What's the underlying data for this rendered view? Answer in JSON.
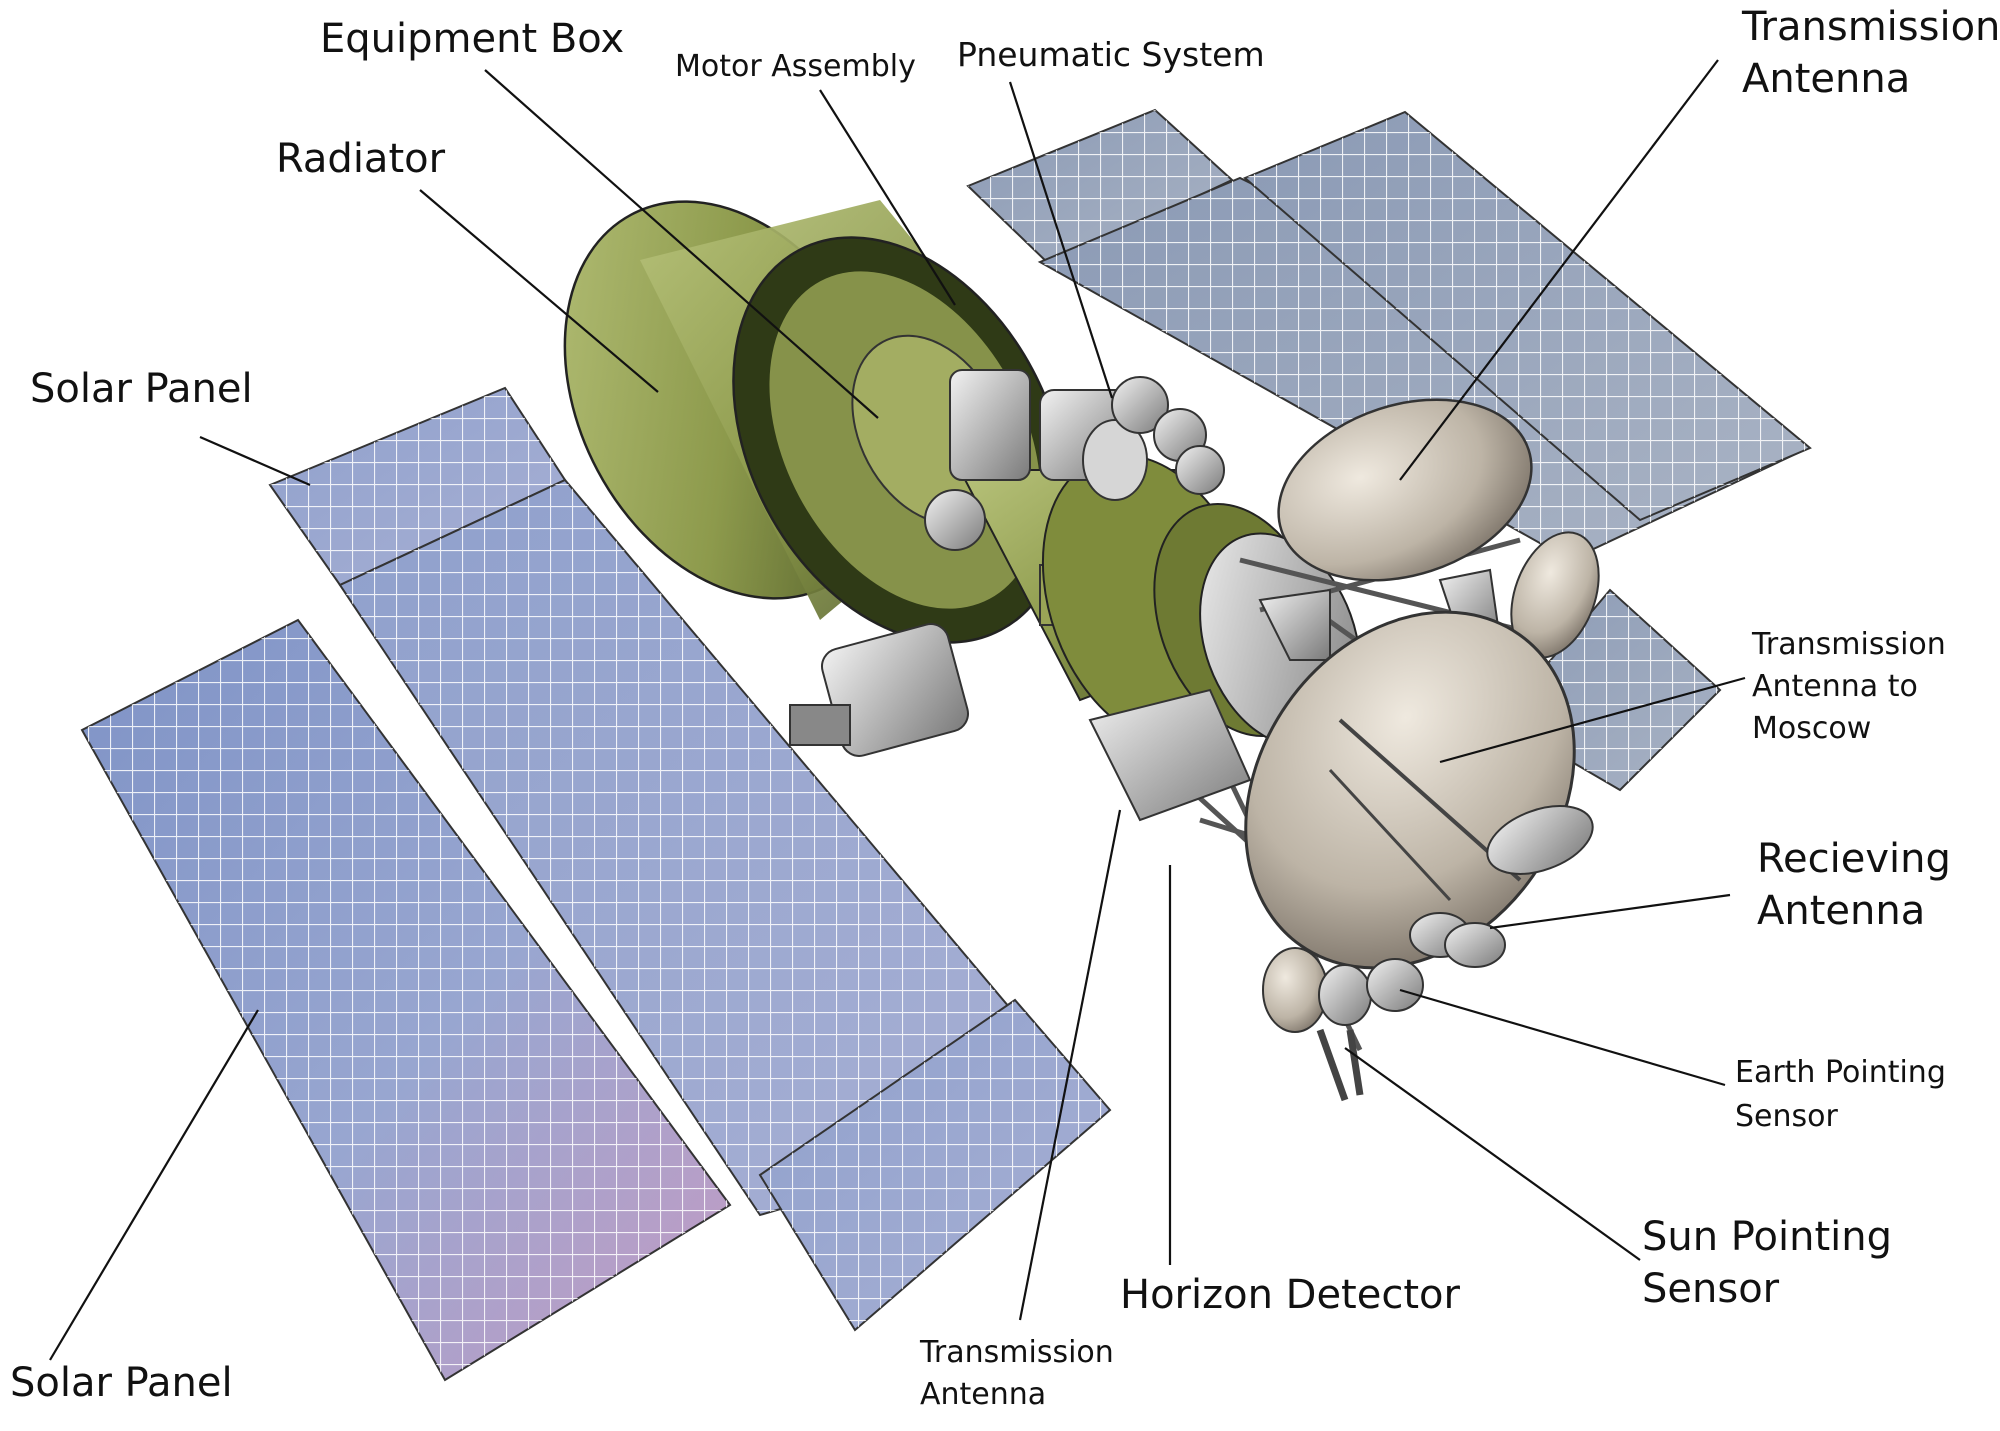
{
  "labels": {
    "equipment_box": "Equipment Box",
    "motor_assembly": "Motor Assembly",
    "pneumatic_system": "Pneumatic System",
    "transmission_antenna_top": [
      "Transmission",
      "Antenna"
    ],
    "radiator": "Radiator",
    "solar_panel_top": "Solar Panel",
    "transmission_antenna_moscow": [
      "Transmission",
      "Antenna to",
      "Moscow"
    ],
    "receiving_antenna": [
      "Recieving",
      "Antenna"
    ],
    "earth_pointing_sensor": [
      "Earth Pointing",
      "Sensor"
    ],
    "sun_pointing_sensor": [
      "Sun Pointing",
      "Sensor"
    ],
    "horizon_detector": "Horizon Detector",
    "transmission_antenna_bottom": [
      "Transmission",
      "Antenna"
    ],
    "solar_panel_bottom": "Solar Panel"
  },
  "colors": {
    "panel_blue": "#8e9ec8",
    "panel_pink": "#c59bc3",
    "body_green": "#9aa85a",
    "dish_silver": "#c9c3b8"
  }
}
